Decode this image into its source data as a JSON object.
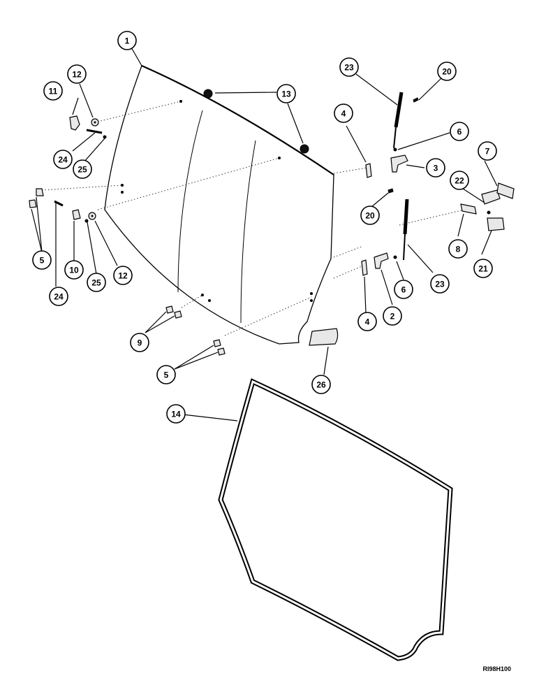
{
  "reference_code": "RI98H100",
  "callouts": [
    "1",
    "2",
    "3",
    "4",
    "4",
    "5",
    "5",
    "6",
    "6",
    "7",
    "8",
    "9",
    "10",
    "11",
    "12",
    "12",
    "13",
    "14",
    "20",
    "20",
    "21",
    "22",
    "23",
    "23",
    "24",
    "24",
    "25",
    "25",
    "26"
  ],
  "parts": {
    "rear_window_glass": "1",
    "window_seal": "14"
  }
}
